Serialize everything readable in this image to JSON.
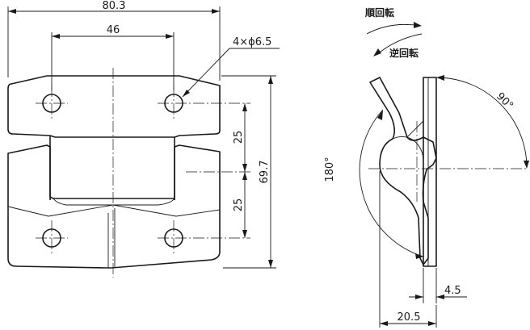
{
  "front_view": {
    "overall_width": "80.3",
    "hole_pitch": "46",
    "hole_callout": "4×ϕ6.5",
    "upper_pitch": "25",
    "lower_pitch": "25",
    "overall_height": "69.7"
  },
  "side_view": {
    "rotation_cw": "順回転",
    "rotation_ccw": "逆回転",
    "angle_small": "90°",
    "angle_large": "180°",
    "thickness": "4.5",
    "depth": "20.5"
  }
}
